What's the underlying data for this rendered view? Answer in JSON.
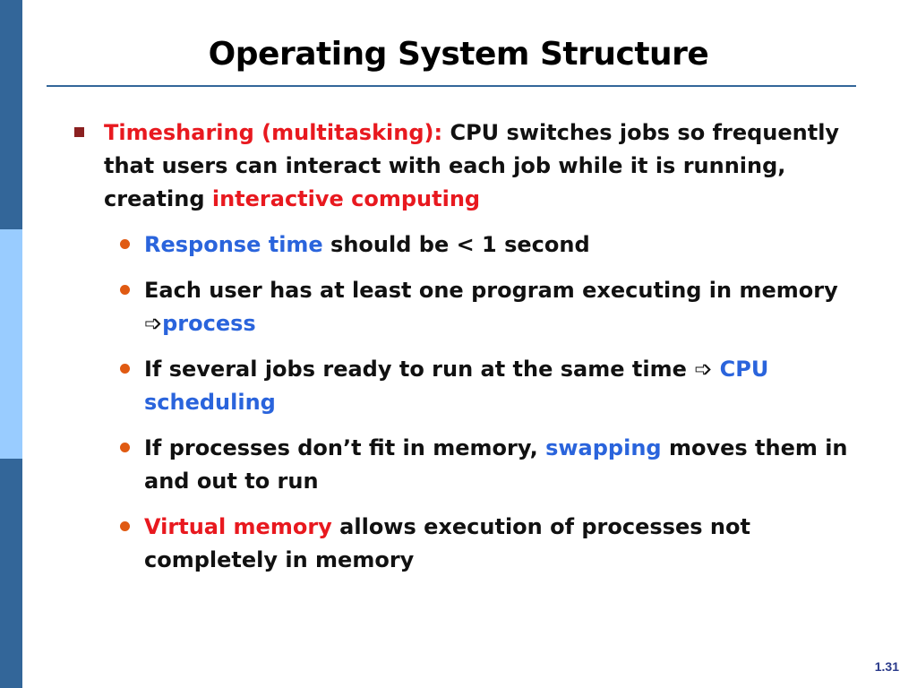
{
  "slide": {
    "title": "Operating System Structure",
    "page_number": "1.31"
  },
  "main_point": {
    "term": "Timesharing (multitasking):",
    "text_1": " CPU switches jobs so frequently that users can interact with each job while it is running, creating ",
    "highlight": "interactive computing"
  },
  "sub_points": [
    {
      "highlight": "Response time",
      "text": " should be < 1 second"
    },
    {
      "text": "Each user has at least one program executing in memory ",
      "arrow": "➩",
      "highlight": "process"
    },
    {
      "text": "If several jobs ready to run at the same time ",
      "arrow": "➩",
      "highlight": " CPU scheduling"
    },
    {
      "text_before": "If processes don’t fit in memory, ",
      "highlight": "swapping",
      "text_after": " moves them in and out to run"
    },
    {
      "highlight": "Virtual memory",
      "text": " allows execution of processes not completely in memory"
    }
  ],
  "colors": {
    "accent_red": "#e8191f",
    "accent_blue": "#2a64dc",
    "strip_dark": "#336699",
    "strip_light": "#99ccff"
  }
}
